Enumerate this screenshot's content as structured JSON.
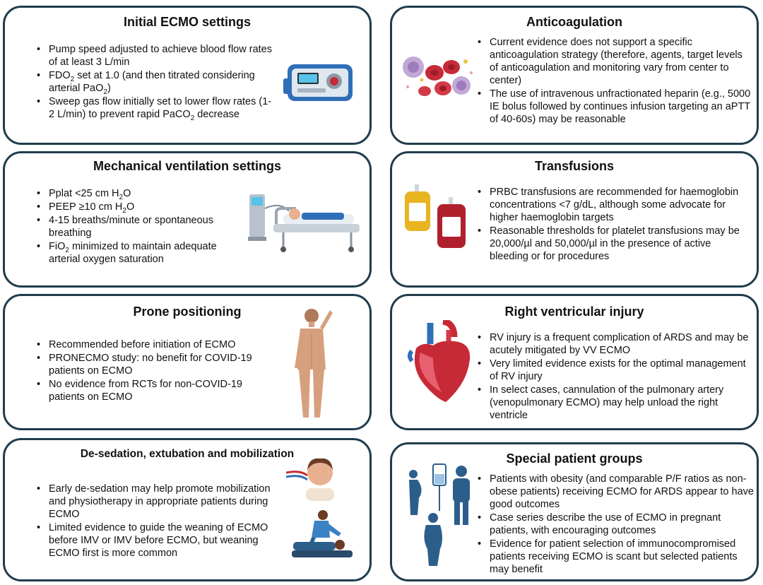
{
  "cards": {
    "initial_ecmo": {
      "title": "Initial ECMO settings",
      "items": [
        {
          "pre": "Pump speed adjusted to achieve blood flow rates of at least 3 L/min"
        },
        {
          "pre": "FDO",
          "sub": "2",
          "post": " set at 1.0 (and then titrated considering arterial PaO",
          "sub2": "2",
          "post2": ")"
        },
        {
          "pre": "Sweep gas flow initially set to lower flow rates (1-2 L/min) to prevent rapid PaCO",
          "sub": "2",
          "post": " decrease"
        }
      ]
    },
    "anticoagulation": {
      "title": "Anticoagulation",
      "items": [
        {
          "pre": "Current evidence does not support a specific anticoagulation strategy (therefore, agents, target levels of anticoagulation and monitoring vary from center to center)"
        },
        {
          "pre": "The use of intravenous unfractionated heparin (e.g., 5000 IE bolus followed by continues infusion targeting an aPTT of 40-60s) may be  reasonable"
        }
      ]
    },
    "mechanical_ventilation": {
      "title": "Mechanical ventilation settings",
      "items": [
        {
          "pre": "Pplat  <25 cm H",
          "sub": "2",
          "post": "O"
        },
        {
          "pre": "PEEP ≥10 cm H",
          "sub": "2",
          "post": "O"
        },
        {
          "pre": "4-15 breaths/minute or spontaneous breathing"
        },
        {
          "pre": "FiO",
          "sub": "2",
          "post": " minimized to maintain adequate arterial oxygen saturation"
        }
      ]
    },
    "transfusions": {
      "title": "Transfusions",
      "items": [
        {
          "pre": "PRBC transfusions are recommended for haemoglobin concentrations <7 g/dL, although some advocate for higher haemoglobin targets"
        },
        {
          "pre": "Reasonable thresholds for platelet transfusions may be 20,000/µl and 50,000/µl in the presence of active bleeding or for procedures"
        }
      ]
    },
    "prone": {
      "title": "Prone positioning",
      "items": [
        {
          "pre": "Recommended before initiation of ECMO"
        },
        {
          "pre": "PRONECMO study: no benefit for COVID-19 patients on ECMO"
        },
        {
          "pre": "No evidence from RCTs for non-COVID-19 patients on ECMO"
        }
      ]
    },
    "rv_injury": {
      "title": "Right ventricular injury",
      "items": [
        {
          "pre": "RV injury is a frequent complication of ARDS and may be acutely mitigated by VV ECMO"
        },
        {
          "pre": "Very limited evidence exists for the optimal management of RV injury"
        },
        {
          "pre": "In select cases, cannulation of the pulmonary artery (venopulmonary ECMO) may help unload the right ventricle"
        }
      ]
    },
    "desedation": {
      "title": "De-sedation, extubation and mobilization",
      "items": [
        {
          "pre": "Early de-sedation may help promote mobilization and physiotherapy in appropriate patients during ECMO"
        },
        {
          "pre": "Limited evidence to guide the weaning of ECMO before IMV or IMV before ECMO, but weaning ECMO first is more common"
        }
      ]
    },
    "special": {
      "title": "Special patient groups",
      "items": [
        {
          "pre": "Patients with obesity (and comparable P/F ratios as non-obese patients) receiving ECMO for ARDS appear to have good outcomes"
        },
        {
          "pre": "Case series describe the use of ECMO in pregnant patients, with encouraging outcomes"
        },
        {
          "pre": "Evidence for patient selection of immunocompromised patients receiving ECMO is scant but selected patients may benefit"
        }
      ]
    }
  },
  "colors": {
    "border": "#1f3d4c",
    "ecmo_blue": "#2f6fb8",
    "blood_red": "#c62a36",
    "skin": "#e8b08e",
    "staff_blue": "#2c5e8c"
  }
}
